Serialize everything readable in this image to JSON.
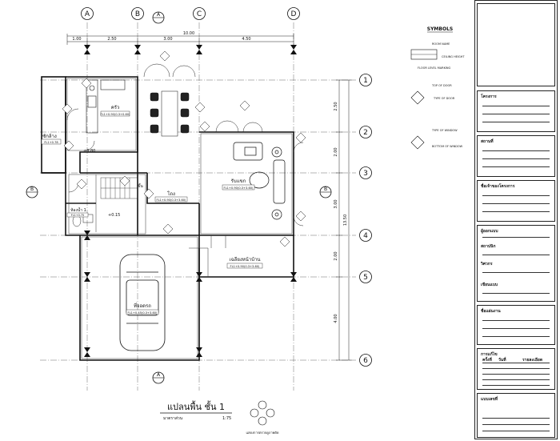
{
  "grid": {
    "columns": [
      "A",
      "B",
      "C",
      "D"
    ],
    "rows": [
      "1",
      "2",
      "3",
      "4",
      "5",
      "6"
    ]
  },
  "dimensions": {
    "top": [
      "1.00",
      "2.50",
      "3.00",
      "4.50"
    ],
    "total_width": "10.00",
    "right": [
      "2.50",
      "2.00",
      "3.00",
      "2.00",
      "4.00"
    ],
    "total_depth": "13.50"
  },
  "rooms": {
    "kitchen": {
      "name": "ครัว",
      "level": "FL1+0.90(0.3+0.60)"
    },
    "laundry": {
      "name": "ซักล้าง",
      "level": "FL1+0.78"
    },
    "living": {
      "name": "รับแขก",
      "level": "FL1+0.90(0.3+3.60)"
    },
    "hall": {
      "name": "โถง",
      "level": "FL1+0.90(0.3+3.60)"
    },
    "bath": {
      "name": "ห้องน้ำ 1",
      "level": "FL1+0.75"
    },
    "stair": {
      "name": "ขึ้น"
    },
    "terrace": {
      "name": "เฉลียงหน้าบ้าน",
      "level": "FL1+0.90(0.3+3.60)"
    },
    "garage": {
      "name": "ที่จอดรถ",
      "level": "FL1+0.45(0.3+3.60)"
    }
  },
  "labels": {
    "level_080": "+0.80",
    "level_015": "+0.15"
  },
  "sections": {
    "a": "A",
    "b": "B"
  },
  "title_block": {
    "plan_title": "แปลนพื้น  ชั้น 1",
    "plan_subtitle": "มาตราส่วน",
    "plan_scale": "1:75",
    "legend_caption": "แสดงการตรวจดูภาพตัด"
  },
  "symbols_legend": {
    "heading": "SYMBOLS",
    "room_name": "ROOM NAME",
    "ceiling_height": "CEILING HEIGHT",
    "floor_level": "FLOOR LEVEL MARKING",
    "top_of_door": "TOP OF DOOR",
    "type_of_door": "TYPE OF DOOR",
    "type_of_window": "TYPE OF WINDOW",
    "bottom_window": "BOTTOM OF WINDOW"
  },
  "sheet": {
    "project": "โครงการ",
    "location": "สถานที่",
    "owner": "ชื่อเจ้าของโครงการ",
    "designer": "ผู้ออกแบบ",
    "architect": "สถาปนิก",
    "engineer": "วิศวกร",
    "drawn": "เขียนแบบ",
    "sheet_title": "ชื่อแผ่นงาน",
    "revision": "การแก้ไข",
    "rev_no": "ครั้งที่",
    "rev_date": "วันที่",
    "rev_desc": "รายละเอียด",
    "footer_label": "แบบเลขที่"
  }
}
